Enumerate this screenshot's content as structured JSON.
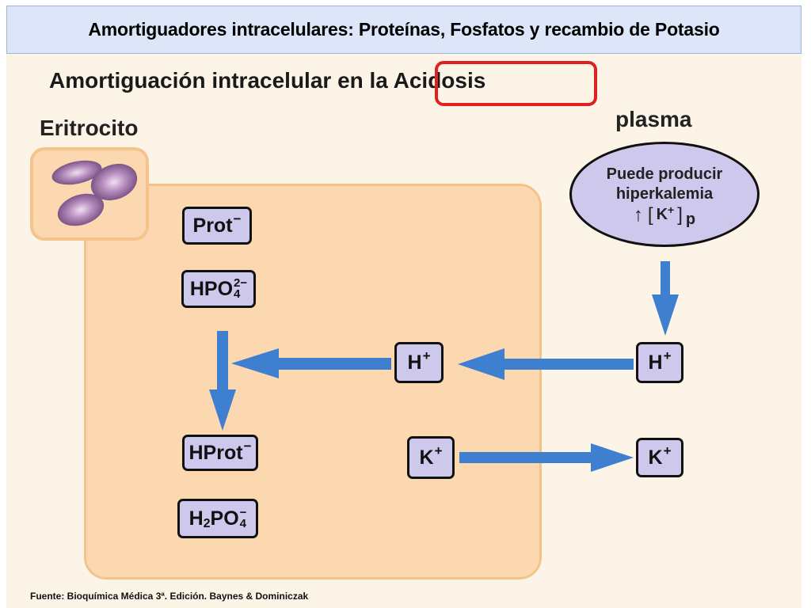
{
  "slide": {
    "title": "Amortiguadores intracelulares: Proteínas, Fosfatos y recambio de Potasio",
    "heading_part1": "Amortiguación intracelular en",
    "heading_part2": "la Acidosis",
    "cell_label": "Eritrocito",
    "plasma_label": "plasma",
    "plasma_note": {
      "line1": "Puede producir",
      "line2": "hiperkalemia",
      "arrow": "↑",
      "bracket_open": "[",
      "ion": "K",
      "ion_charge": "+",
      "bracket_close": "]",
      "subscript": "p"
    },
    "molecules": {
      "prot": {
        "base": "Prot",
        "charge": "−"
      },
      "hpo4": {
        "base": "HPO",
        "sub": "4",
        "charge": "2−"
      },
      "hprot": {
        "base": "HProt",
        "charge": "−"
      },
      "h2po4": {
        "h": "H",
        "h_sub": "2",
        "base": "PO",
        "sub": "4",
        "charge": "−"
      },
      "h_inner": {
        "base": "H",
        "charge": "+"
      },
      "h_plasma": {
        "base": "H",
        "charge": "+"
      },
      "k_inner": {
        "base": "K",
        "charge": "+"
      },
      "k_plasma": {
        "base": "K",
        "charge": "+"
      }
    },
    "footer": "Fuente: Bioquímica Médica 3ª. Edición.  Baynes & Dominiczak",
    "colors": {
      "arrow": "#3f7fd0",
      "highlight": "#e02020",
      "molecule_fill": "#cdc8ec",
      "cell_fill": "#fbd8b0",
      "background": "#fdf4e8"
    }
  }
}
